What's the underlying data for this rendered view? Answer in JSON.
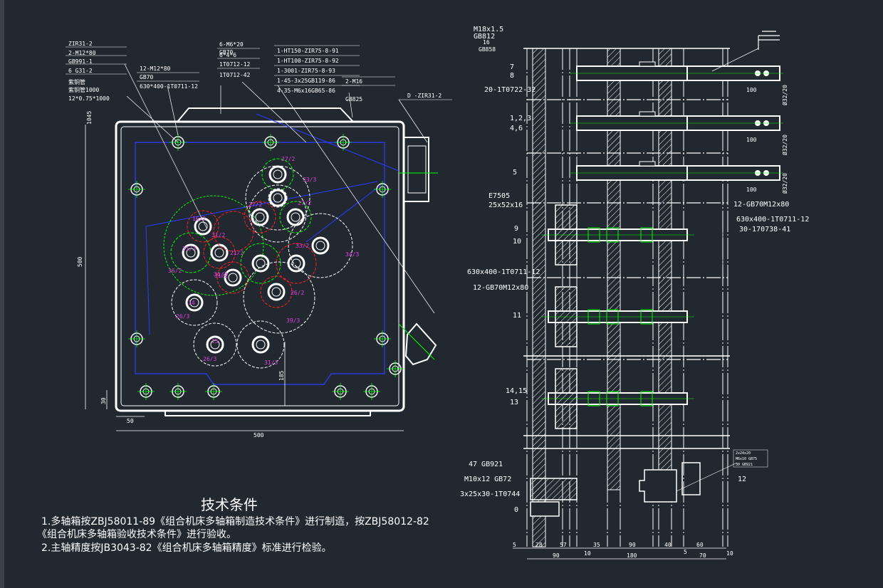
{
  "front_view": {
    "callouts_left": [
      "ZIR31-2",
      "2-M12*80",
      "GB991-1",
      "6 G31-2",
      "紫铜管",
      "紫铜管1000",
      "12*0.75*1000"
    ],
    "callouts_mid": [
      "12-M12*80",
      "GB70",
      "630*400-1T0711-12"
    ],
    "callouts_top": [
      "6-M6*20",
      "GB70",
      "6*4*6",
      "1T0712-12",
      "1T0712-42"
    ],
    "callouts_right": [
      "1-HT150-ZIR75-8-91",
      "1-HT100-ZIR75-8-92",
      "1-3001-ZIR75-8-93",
      "1-45-3x25GB119-86",
      "4-35-M6x16GB65-86",
      "2-M16",
      "GB825"
    ],
    "motor_label": "D -ZIR31-2",
    "dimensions": {
      "height": "500",
      "width": "500",
      "offset_x": "50",
      "offset_y": "30",
      "dim_1045": "1045",
      "dim_185": "185"
    },
    "gear_labels": [
      "27/2",
      "33/3",
      "27/2",
      "27/2",
      "16/2",
      "31/2",
      "31/2",
      "21/2",
      "33/2",
      "34/3",
      "31/3",
      "36/2",
      "31/2",
      "26/2",
      "14",
      "26/3",
      "39/3",
      "15",
      "26/3",
      "31/3"
    ]
  },
  "section_view": {
    "labels_left": [
      "M18x1.5",
      "GB812",
      "16",
      "GB858",
      "7",
      "8",
      "20-1T0722-32",
      "1,2,3",
      "4,6",
      "5",
      "E7505",
      "25x52x16",
      "9",
      "10",
      "630x400-1T0711-12",
      "12-GB70M12x80",
      "11",
      "14,15",
      "13",
      "47  GB921",
      "M10x12  GB72",
      "3x25x30-1T0744",
      "0"
    ],
    "labels_right": [
      "12-GB70M12x80",
      "630x400-1T0711-12",
      "30-170738-41",
      "12"
    ],
    "shaft_dims": [
      "100",
      "100",
      "100"
    ],
    "dia_labels": [
      "Ø32/20",
      "Ø32/20",
      "Ø32/20"
    ],
    "small_table": [
      "2x24x20",
      "M6x10 GB75",
      "30 GB921"
    ],
    "bottom_dims": [
      "5",
      "28",
      "57",
      "10",
      "35",
      "90",
      "40",
      "60",
      "10",
      "90",
      "180",
      "5",
      "70"
    ]
  },
  "notes": {
    "title": "技术条件",
    "line1": "1.多轴箱按ZBJ58011-89《组合机床多轴箱制造技术条件》进行制造，按ZBJ58012-82",
    "line2": "《组合机床多轴箱验收技术条件》进行验收。",
    "line3": "2.主轴精度按JB3043-82《组合机床多轴箱精度》标准进行检验。"
  }
}
